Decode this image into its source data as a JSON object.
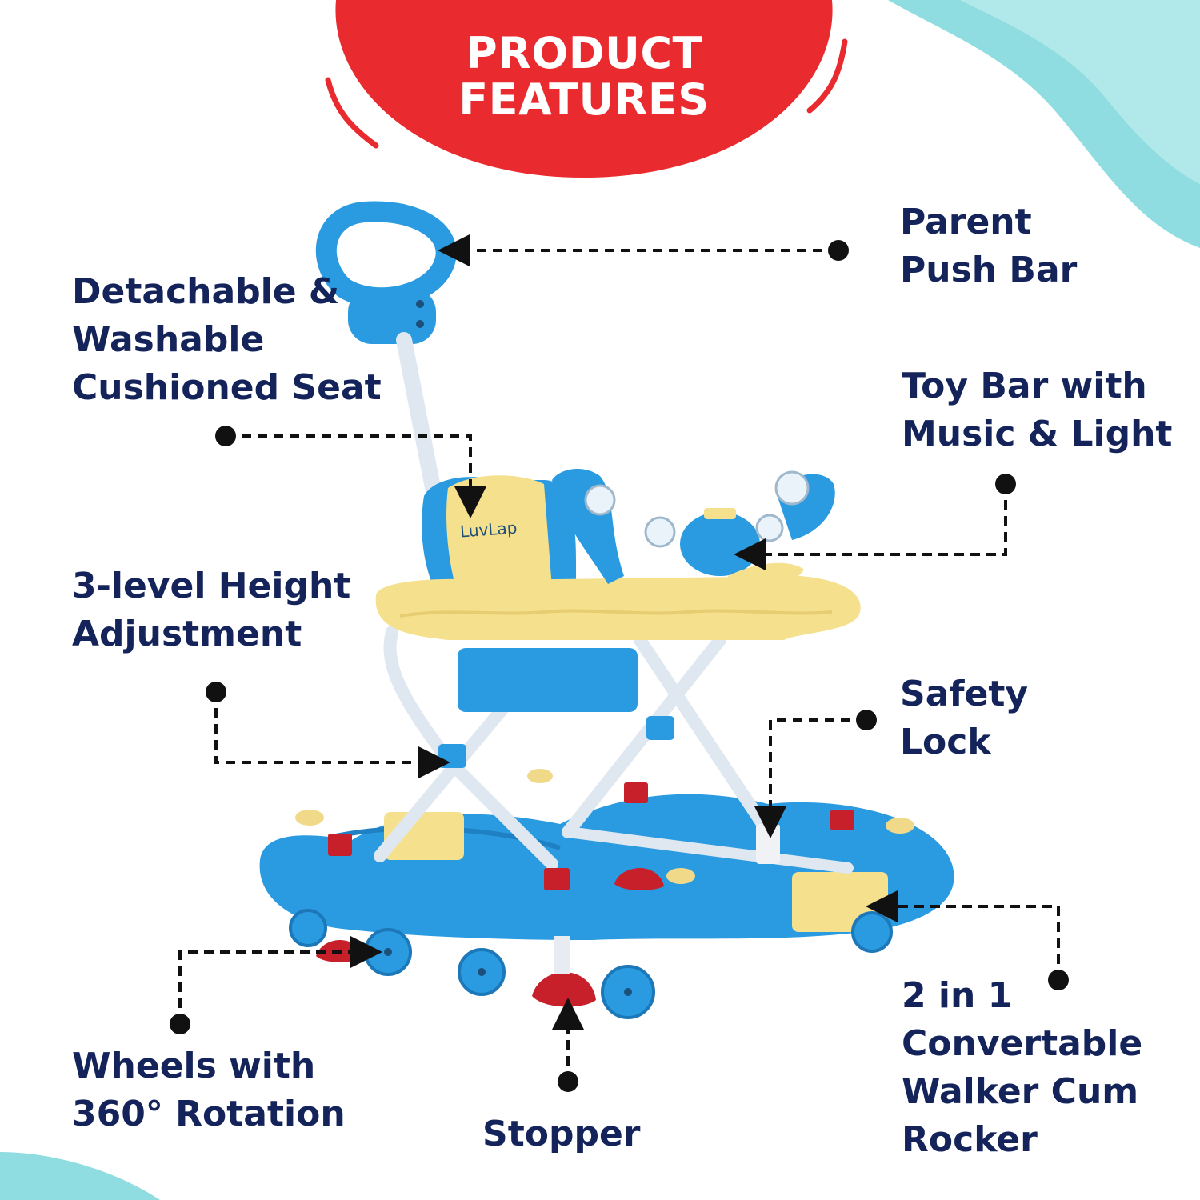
{
  "banner": {
    "line1": "PRODUCT",
    "line2": "FEATURES"
  },
  "product": {
    "brand": "LuvLap"
  },
  "features": {
    "push_bar": [
      "Parent",
      "Push Bar"
    ],
    "seat": [
      "Detachable &",
      "Washable",
      "Cushioned Seat"
    ],
    "toy_bar": [
      "Toy Bar with",
      "Music & Light"
    ],
    "height": [
      "3-level Height",
      "Adjustment"
    ],
    "safety_lock": [
      "Safety",
      "Lock"
    ],
    "wheels": [
      "Wheels with",
      "360° Rotation"
    ],
    "stopper": [
      "Stopper"
    ],
    "rocker": [
      "2 in 1",
      "Convertable",
      "Walker Cum",
      "Rocker"
    ]
  },
  "colors": {
    "banner_red": "#e92a2f",
    "label_navy": "#14245a",
    "walker_blue": "#2a9be0",
    "walker_cream": "#f5e08e",
    "wave_teal": "#8fdde0",
    "connector": "#111111"
  }
}
